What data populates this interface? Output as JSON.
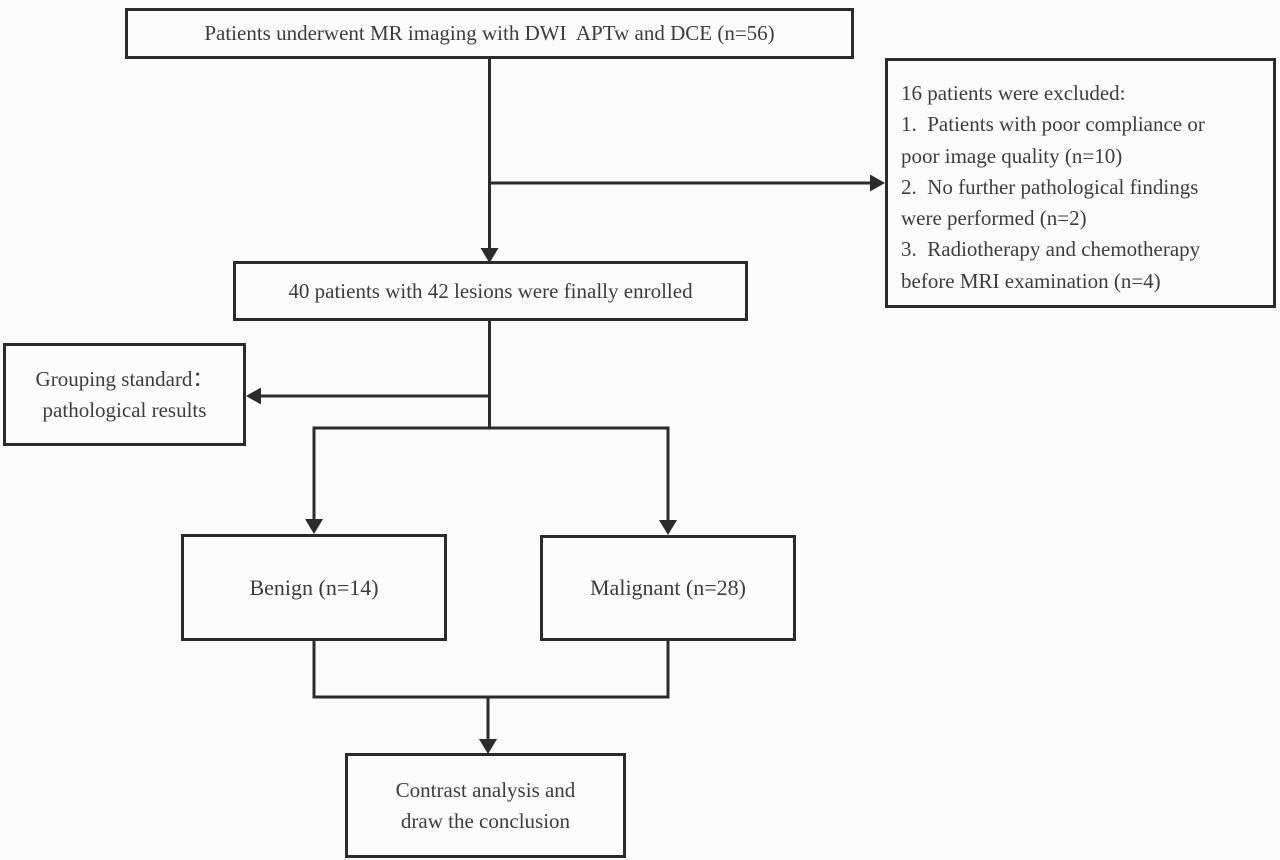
{
  "flowchart": {
    "type": "patient-enrollment-flow",
    "colors": {
      "line": "#2b2b2b",
      "text": "#3d3d3d",
      "background": "#fbfbfb",
      "box_background": "#fcfcfc"
    },
    "nodes": {
      "source": {
        "text": "Patients underwent MR imaging with DWI  APTw and DCE (n=56)"
      },
      "excluded": {
        "text": "16 patients were excluded:\n1.  Patients with poor compliance or\npoor image quality (n=10)\n2.  No further pathological findings\nwere performed (n=2)\n3.  Radiotherapy and chemotherapy\nbefore MRI examination (n=4)"
      },
      "enrolled": {
        "text": "40 patients with 42 lesions were finally enrolled"
      },
      "grouping": {
        "text": "Grouping standard：\npathological results"
      },
      "benign": {
        "text": "Benign (n=14)"
      },
      "malignant": {
        "text": "Malignant (n=28)"
      },
      "conclusion": {
        "text": "Contrast analysis and\ndraw the conclusion"
      }
    },
    "edges": [
      {
        "from": "source",
        "to": "enrolled",
        "arrow": true
      },
      {
        "from": "source",
        "to": "excluded",
        "arrow": true
      },
      {
        "from": "enrolled",
        "to": "grouping",
        "arrow": true
      },
      {
        "from": "enrolled",
        "to": "benign",
        "arrow": true
      },
      {
        "from": "enrolled",
        "to": "malignant",
        "arrow": true
      },
      {
        "from": "benign",
        "to": "conclusion",
        "arrow": true
      },
      {
        "from": "malignant",
        "to": "conclusion",
        "arrow": true
      }
    ]
  }
}
